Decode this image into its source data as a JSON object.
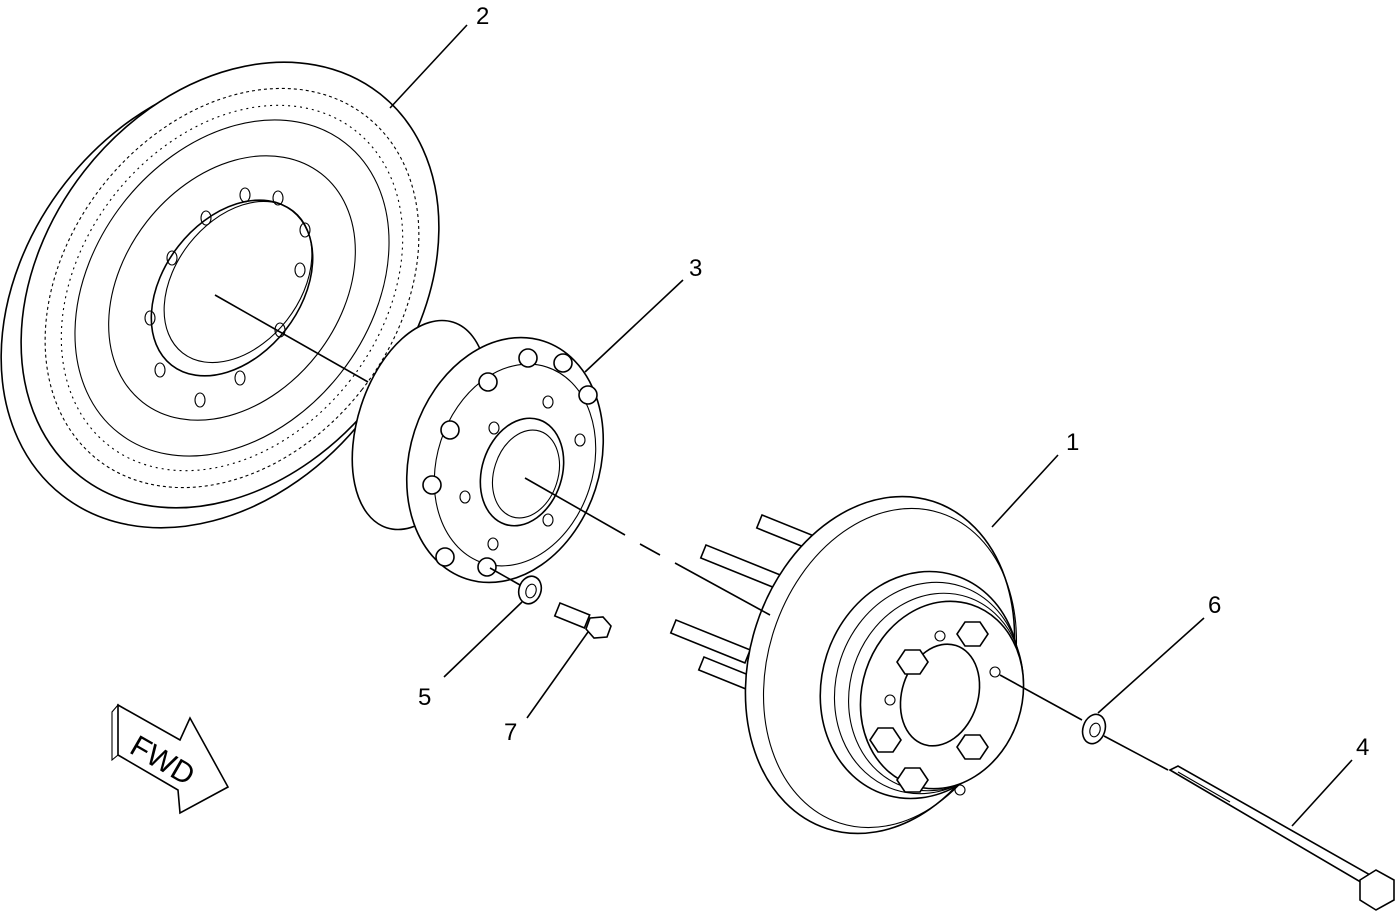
{
  "diagram": {
    "callouts": [
      {
        "id": "1",
        "label": "1"
      },
      {
        "id": "2",
        "label": "2"
      },
      {
        "id": "3",
        "label": "3"
      },
      {
        "id": "4",
        "label": "4"
      },
      {
        "id": "5",
        "label": "5"
      },
      {
        "id": "6",
        "label": "6"
      },
      {
        "id": "7",
        "label": "7"
      }
    ],
    "direction_arrow": {
      "label": "FWD"
    },
    "colors": {
      "line": "#000000",
      "background": "#ffffff"
    }
  }
}
